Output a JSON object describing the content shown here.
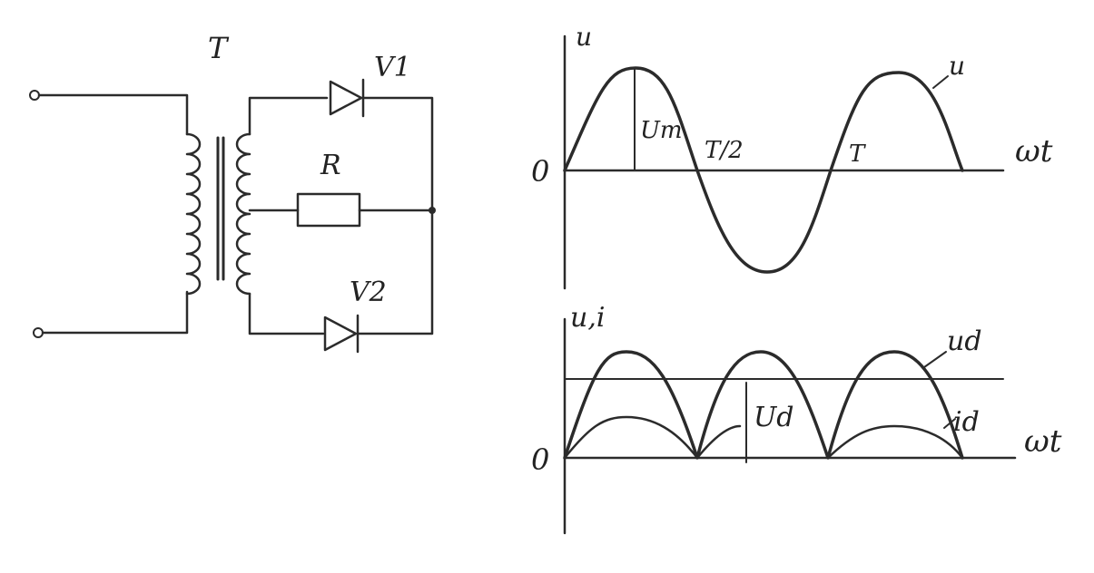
{
  "schematic": {
    "transformer_label": "T",
    "diode_top_label": "V1",
    "resistor_label": "R",
    "diode_bottom_label": "V2"
  },
  "graph_top": {
    "axis_y_label": "u",
    "axis_x_label": "ωt",
    "origin_label": "0",
    "amplitude_label": "Um",
    "half_period_label": "T/2",
    "period_label": "T",
    "curve_label": "u"
  },
  "graph_bottom": {
    "axis_y_label": "u,i",
    "axis_x_label": "ωt",
    "origin_label": "0",
    "avg_label": "Ud",
    "voltage_curve_label": "ud",
    "current_curve_label": "id"
  },
  "colors": {
    "ink": "#2b2b2b",
    "paper": "#ffffff"
  }
}
